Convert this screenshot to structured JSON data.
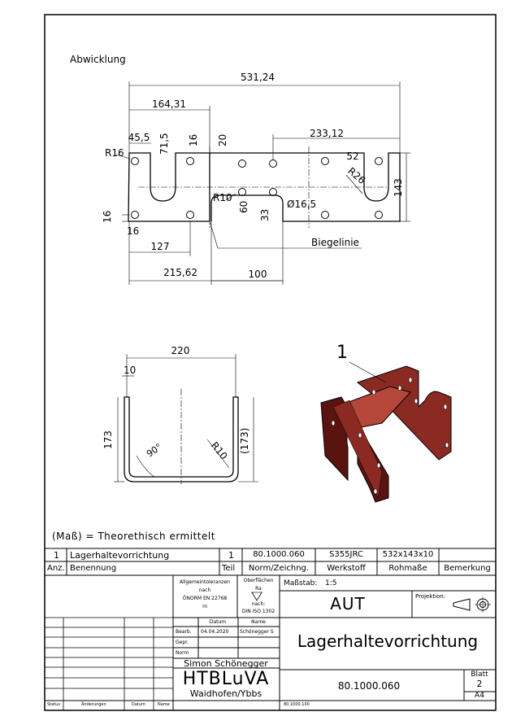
{
  "views": {
    "flat_title": "Abwicklung",
    "bend_line_label": "Biegelinie",
    "item_number": "1",
    "dims_flat": {
      "d531": "531,24",
      "d164": "164,31",
      "d233": "233,12",
      "d45": "45,5",
      "d71": "71,5",
      "d16a": "16",
      "d20": "20",
      "d52": "52",
      "r26": "R26",
      "d143": "143",
      "r16": "R16",
      "r10": "R10",
      "d60": "60",
      "d33": "33",
      "dia16": "Ø16,5",
      "d16b": "16",
      "d16c": "16",
      "d127": "127",
      "d215": "215,62",
      "d100": "100"
    },
    "dims_section": {
      "d220": "220",
      "d10": "10",
      "d173": "173",
      "d173p": "(173)",
      "angle": "90°",
      "r10": "R10"
    },
    "note": "(Maß) = Theorethisch ermittelt"
  },
  "parts_list": {
    "row": {
      "pos": "1",
      "name": "Lagerhaltevorrichtung",
      "qty": "1",
      "drawing_no": "80.1000.060",
      "material": "S355JRC",
      "raw_size": "532x143x10",
      "remark": ""
    },
    "headers": {
      "pos": "Anz.",
      "name": "Benennung",
      "qty": "Teil",
      "drawing_no": "Norm/Zeichng.",
      "material": "Werkstoff",
      "raw_size": "Rohmaße",
      "remark": "Bemerkung"
    }
  },
  "title_block": {
    "tolerances": [
      "Allgemeintoleranzen",
      "nach",
      "ÖNORM EN 22768",
      "m"
    ],
    "surface": [
      "Oberflächen",
      "Ra",
      "nach:",
      "DIN ISO 1302"
    ],
    "scale_label": "Maßstab:",
    "scale": "1:5",
    "country": "AUT",
    "projection_label": "Projektion:",
    "date_header": "Datum",
    "name_header": "Name",
    "role_edited": "Bearb.",
    "role_checked": "Gepr.",
    "role_norm": "Norm",
    "edited_date": "04.04.2020",
    "edited_name": "Schönegger S",
    "author": "Simon Schönegger",
    "school": "HTBLuVA",
    "school_location": "Waidhofen/Ybbs",
    "drawing_title": "Lagerhaltevorrichtung",
    "drawing_number": "80.1000.060",
    "sheet_label": "Blatt",
    "sheet_number": "2",
    "format": "A4",
    "footer_drawing_number": "80.1000.100",
    "revision_headers": {
      "status": "Status",
      "changes": "Änderungen",
      "date": "Datum",
      "name": "Name"
    }
  },
  "colors": {
    "line": "#000000",
    "part_dark": "#5a1410",
    "part_mid": "#8b2a22",
    "part_light": "#b4473a"
  }
}
